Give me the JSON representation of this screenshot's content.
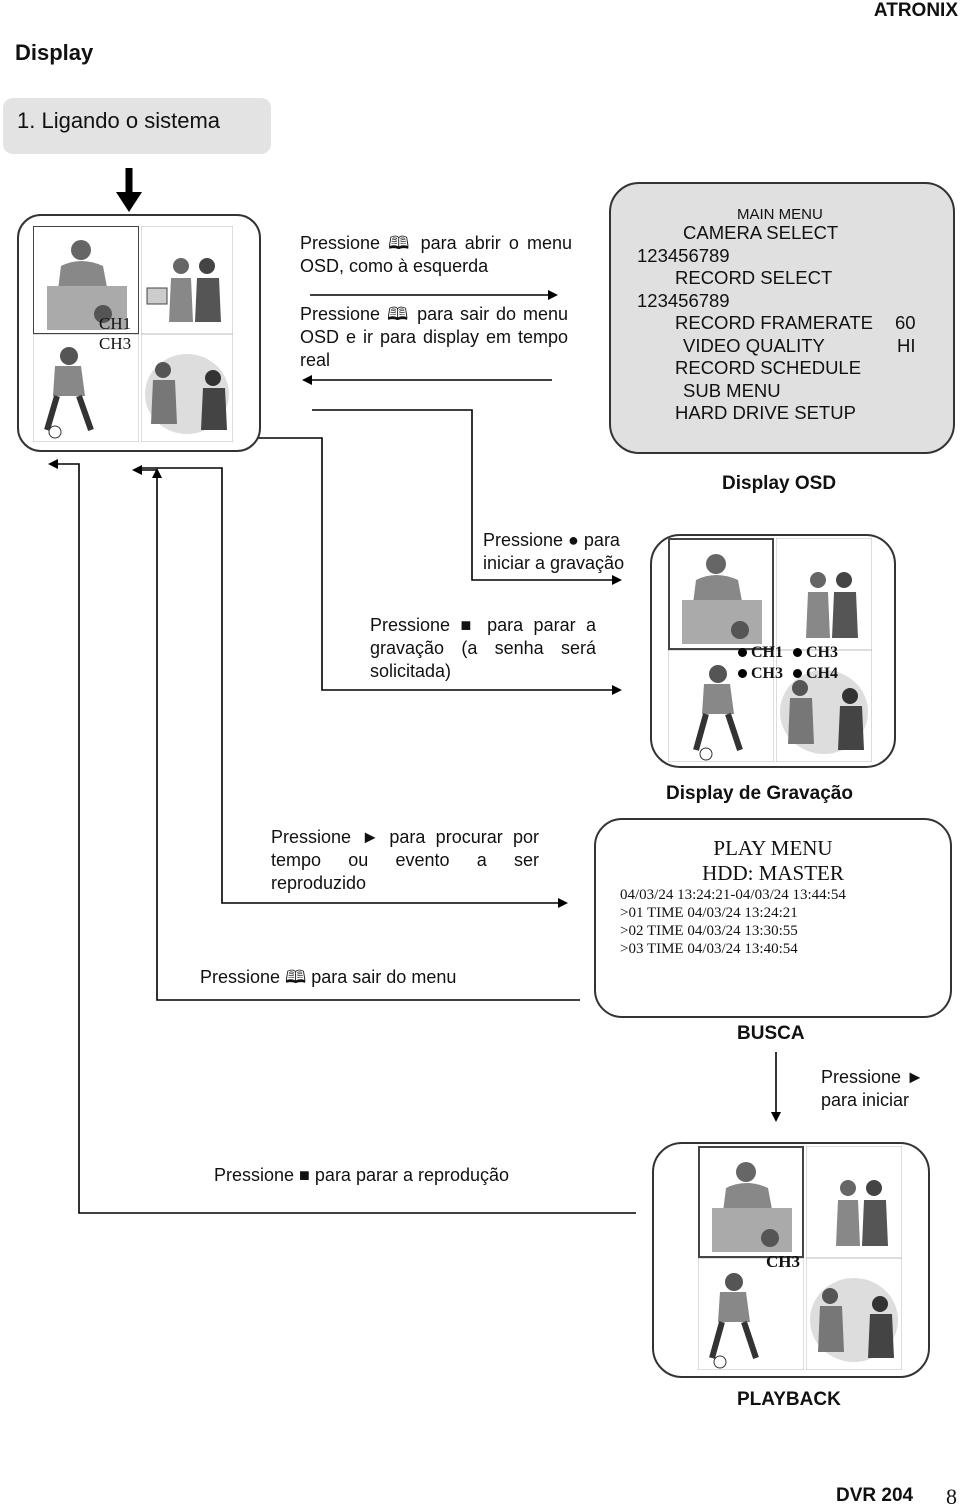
{
  "header": {
    "brand": "ATRONIX",
    "section": "Display",
    "step": "1. Ligando o sistema"
  },
  "instructions": {
    "open_menu": "Pressione 🕮 para abrir o menu OSD, como à esquerda",
    "exit_menu": "Pressione 🕮 para sair do menu OSD e ir para display em tempo real",
    "start_rec": "Pressione ● para iniciar a gravação",
    "stop_rec": "Pressione ■ para parar a gravação (a senha será solicitada)",
    "search": "Pressione ► para procurar por tempo ou evento a ser reproduzido",
    "exit_search": "Pressione 🕮 para sair do menu",
    "start_play": "Pressione ► para iniciar",
    "stop_play": "Pressione ■ para parar a reprodução"
  },
  "main_menu": {
    "title": "MAIN MENU",
    "camera_select": "CAMERA SELECT",
    "cams1": "123456789",
    "record_select": "RECORD SELECT",
    "cams2": "123456789",
    "record_framerate": "RECORD FRAMERATE",
    "framerate_value": "60",
    "video_quality": "VIDEO QUALITY",
    "quality_value": "HI",
    "record_schedule": "RECORD SCHEDULE",
    "sub_menu": "SUB MENU",
    "hard_drive_setup": "HARD DRIVE SETUP"
  },
  "captions": {
    "osd": "Display OSD",
    "recording": "Display de Gravação",
    "search": "BUSCA",
    "playback": "PLAYBACK"
  },
  "live_view": {
    "ch1": "CH1",
    "ch3": "CH3"
  },
  "rec_view": {
    "a": "CH1",
    "b": "CH3",
    "c": "CH3",
    "d": "CH4"
  },
  "play_view": {
    "ch": "CH3"
  },
  "play_menu": {
    "title": "PLAY MENU",
    "hdd": "HDD: MASTER",
    "range": "04/03/24 13:24:21-04/03/24 13:44:54",
    "entries": [
      ">01 TIME 04/03/24 13:24:21",
      ">02 TIME 04/03/24 13:30:55",
      ">03 TIME 04/03/24 13:40:54"
    ]
  },
  "footer": {
    "model": "DVR 204",
    "page": "8"
  }
}
